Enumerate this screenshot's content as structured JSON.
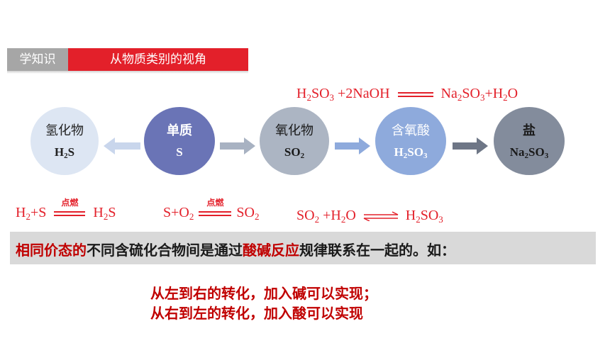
{
  "header": {
    "tag": "学知识",
    "title": "从物质类别的视角"
  },
  "top_reaction": {
    "left": {
      "a": "H",
      "a_sub": "2",
      "b": "SO",
      "b_sub": "3",
      "c": " +2NaOH"
    },
    "right": {
      "a": "Na",
      "a_sub": "2",
      "b": "SO",
      "b_sub": "3",
      "c": "+H",
      "c_sub": "2",
      "d": "O"
    }
  },
  "circles": [
    {
      "label": "氢化物",
      "f1": "H",
      "f1_sub": "2",
      "f2": "S",
      "f2_sub": ""
    },
    {
      "label": "单质",
      "f1": "S",
      "f1_sub": "",
      "f2": "",
      "f2_sub": ""
    },
    {
      "label": "氧化物",
      "f1": "SO",
      "f1_sub": "2",
      "f2": "",
      "f2_sub": ""
    },
    {
      "label": "含氧酸",
      "f1": "H",
      "f1_sub": "2",
      "f2": "SO",
      "f2_sub": "3"
    },
    {
      "label": "盐",
      "f1": "Na",
      "f1_sub": "2",
      "f2": "SO",
      "f2_sub": "3"
    }
  ],
  "reactions": {
    "r1": {
      "a": "H",
      "a_sub": "2",
      "b": "+S",
      "cond": "点燃",
      "c": "H",
      "c_sub": "2",
      "d": "S"
    },
    "r2": {
      "a": "S+O",
      "a_sub": "2",
      "cond": "点燃",
      "b": "SO",
      "b_sub": "2"
    },
    "r3": {
      "a": "SO",
      "a_sub": "2",
      "b": " +H",
      "b_sub": "2",
      "c": "O",
      "d": "H",
      "d_sub": "2",
      "e": "SO",
      "e_sub": "3"
    }
  },
  "statement": {
    "p1": "相同价态的",
    "p2": "不同含硫化合物间是通过",
    "p3": "酸碱反应",
    "p4": "规律联系在一起的。如："
  },
  "conclusions": {
    "line1": "从左到右的转化，加入碱可以实现；",
    "line2": "从右到左的转化，加入酸可以实现"
  },
  "colors": {
    "header_gray": "#a6a6a6",
    "header_red": "#e3202a",
    "circle_hydride": "#dde6f3",
    "circle_element": "#6a74b6",
    "circle_oxide": "#acb5c3",
    "circle_acid": "#8eaadc",
    "circle_salt": "#838c9c",
    "arrow_light": "#c9d6ec",
    "arrow_gray": "#a8b2c2",
    "arrow_blue": "#8eaadc",
    "arrow_dark": "#6e7686"
  }
}
